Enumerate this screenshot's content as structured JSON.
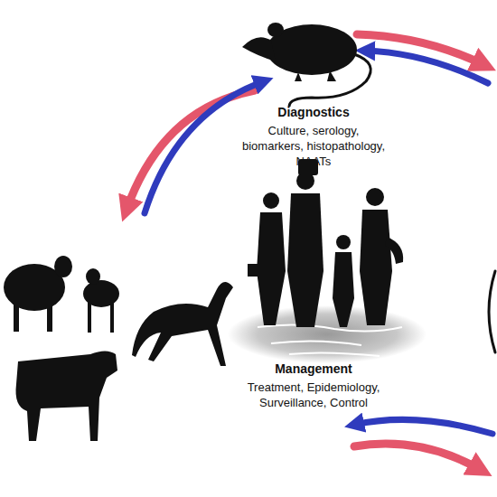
{
  "diagram": {
    "labels": [
      "Diagnostics",
      "Culture, serology, biomarkers, histopathology, NAATs",
      "Management",
      "Treatment, Epidemiology, Surveillance, Control"
    ]
  }
}
